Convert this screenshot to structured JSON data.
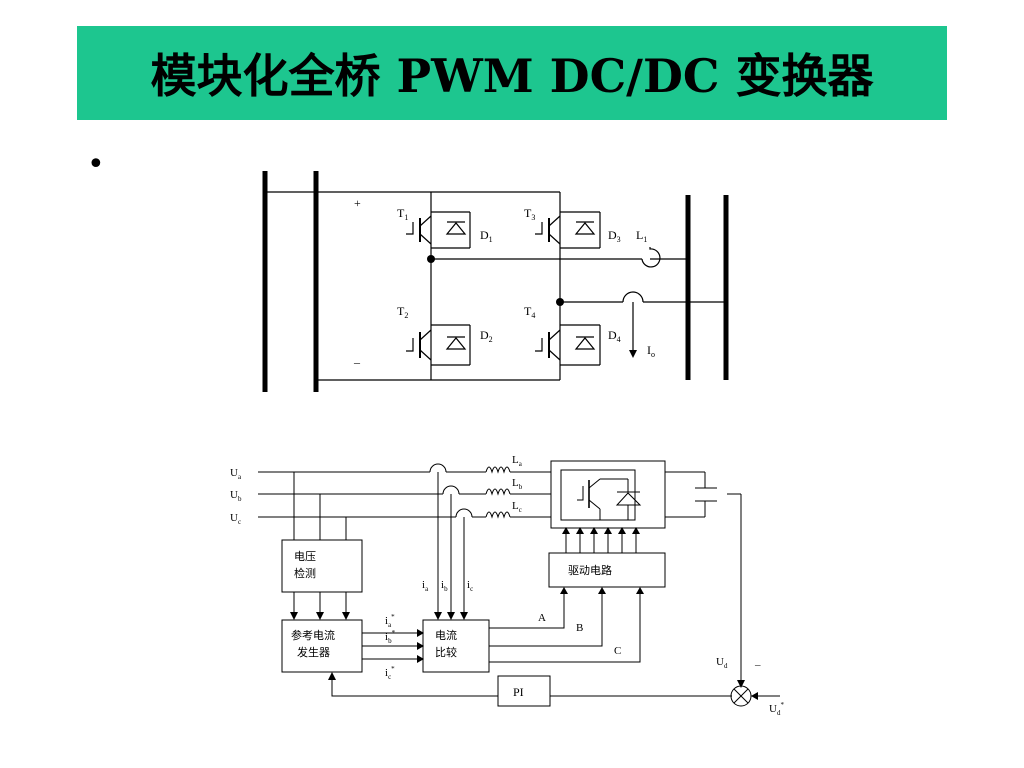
{
  "slide": {
    "title": "模块化全桥 PWM DC/DC 变换器",
    "bullet": "•"
  },
  "bridge": {
    "plus": "+",
    "minus": "–",
    "t1": "T",
    "t1_sub": "1",
    "t2": "T",
    "t2_sub": "2",
    "t3": "T",
    "t3_sub": "3",
    "t4": "T",
    "t4_sub": "4",
    "d1": "D",
    "d1_sub": "1",
    "d2": "D",
    "d2_sub": "2",
    "d3": "D",
    "d3_sub": "3",
    "d4": "D",
    "d4_sub": "4",
    "l1": "L",
    "l1_sub": "1",
    "io": "I",
    "io_sub": "o"
  },
  "control": {
    "ua": "U",
    "ua_sub": "a",
    "ub": "U",
    "ub_sub": "b",
    "uc": "U",
    "uc_sub": "c",
    "la": "L",
    "la_sub": "a",
    "lb": "L",
    "lb_sub": "b",
    "lc": "L",
    "lc_sub": "c",
    "voltage_detect_1": "电压",
    "voltage_detect_2": "检测",
    "drive_circuit": "驱动电路",
    "ref_gen_1": "参考电流",
    "ref_gen_2": "发生器",
    "compare_1": "电流",
    "compare_2": "比较",
    "pi": "PI",
    "ia": "i",
    "ia_sub": "a",
    "ib": "i",
    "ib_sub": "b",
    "ic": "i",
    "ic_sub": "c",
    "ia_ref": "i",
    "ia_ref_sub": "a",
    "ia_ref_sup": "*",
    "ib_ref": "i",
    "ib_ref_sub": "b",
    "ib_ref_sup": "*",
    "ic_ref": "i",
    "ic_ref_sub": "c",
    "ic_ref_sup": "*",
    "sig_a": "A",
    "sig_b": "B",
    "sig_c": "C",
    "ud": "U",
    "ud_sub": "d",
    "ud_minus": "–",
    "ud_ref": "U",
    "ud_ref_sub": "d",
    "ud_ref_sup": "*"
  }
}
